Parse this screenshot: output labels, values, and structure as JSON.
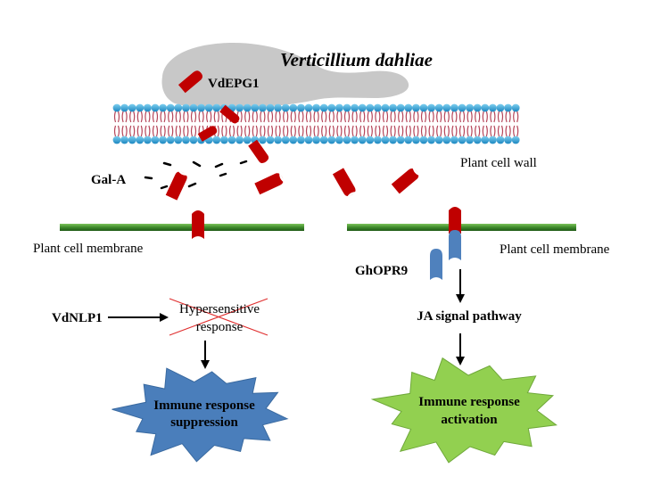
{
  "organism": "Verticillium dahliae",
  "effector_epg": "VdEPG1",
  "cell_wall_label": "Plant cell wall",
  "gal_label": "Gal-A",
  "membrane_label_left": "Plant cell membrane",
  "membrane_label_right": "Plant cell membrane",
  "receptor_label": "GhOPR9",
  "effector_nlp": "VdNLP1",
  "hr_line1": "Hypersensitive",
  "hr_line2": "response",
  "pathway_label": "JA signal pathway",
  "suppression": {
    "line1": "Immune response",
    "line2": "suppression"
  },
  "activation": {
    "line1": "Immune response",
    "line2": "activation"
  },
  "colors": {
    "fungus": "#c8c8c8",
    "lipid_head": "#29a3d6",
    "lipid_tail": "#b5465a",
    "effector": "#c00000",
    "membrane": "#3f8a2c",
    "receptor": "#4f81bd",
    "suppression_burst": "#4a7ebb",
    "activation_burst": "#92d050"
  }
}
